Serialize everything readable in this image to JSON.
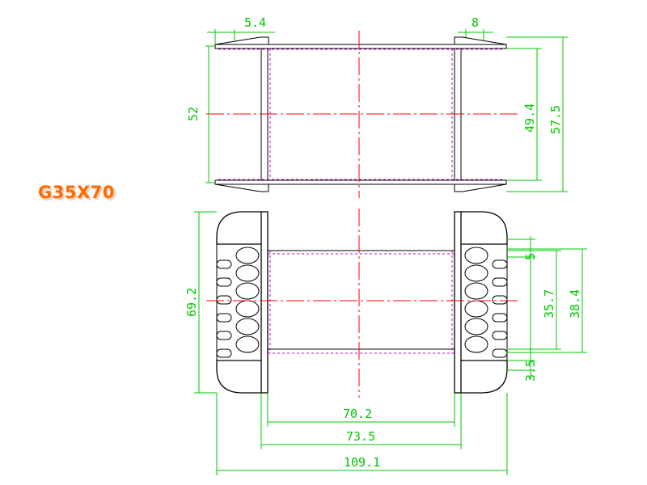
{
  "title": "G35X70",
  "colors": {
    "outline": "#000000",
    "dimension": "#00c800",
    "centerline": "#ff0000",
    "hidden": "#cc00cc",
    "title": "#ff6a00"
  },
  "top_view": {
    "dims": {
      "flange_tab_width": "5.4",
      "flange_tab_right": "8",
      "flange_height": "52",
      "inner_height": "49.4",
      "outer_height": "57.5"
    }
  },
  "front_view": {
    "dims": {
      "overall_height": "69.2",
      "slot_pitch": "5",
      "pin_span": "35.7",
      "pin_outer_span": "38.4",
      "pin_offset": "3.5",
      "core_window_width": "70.2",
      "core_width": "73.5",
      "overall_width": "109.1"
    }
  }
}
